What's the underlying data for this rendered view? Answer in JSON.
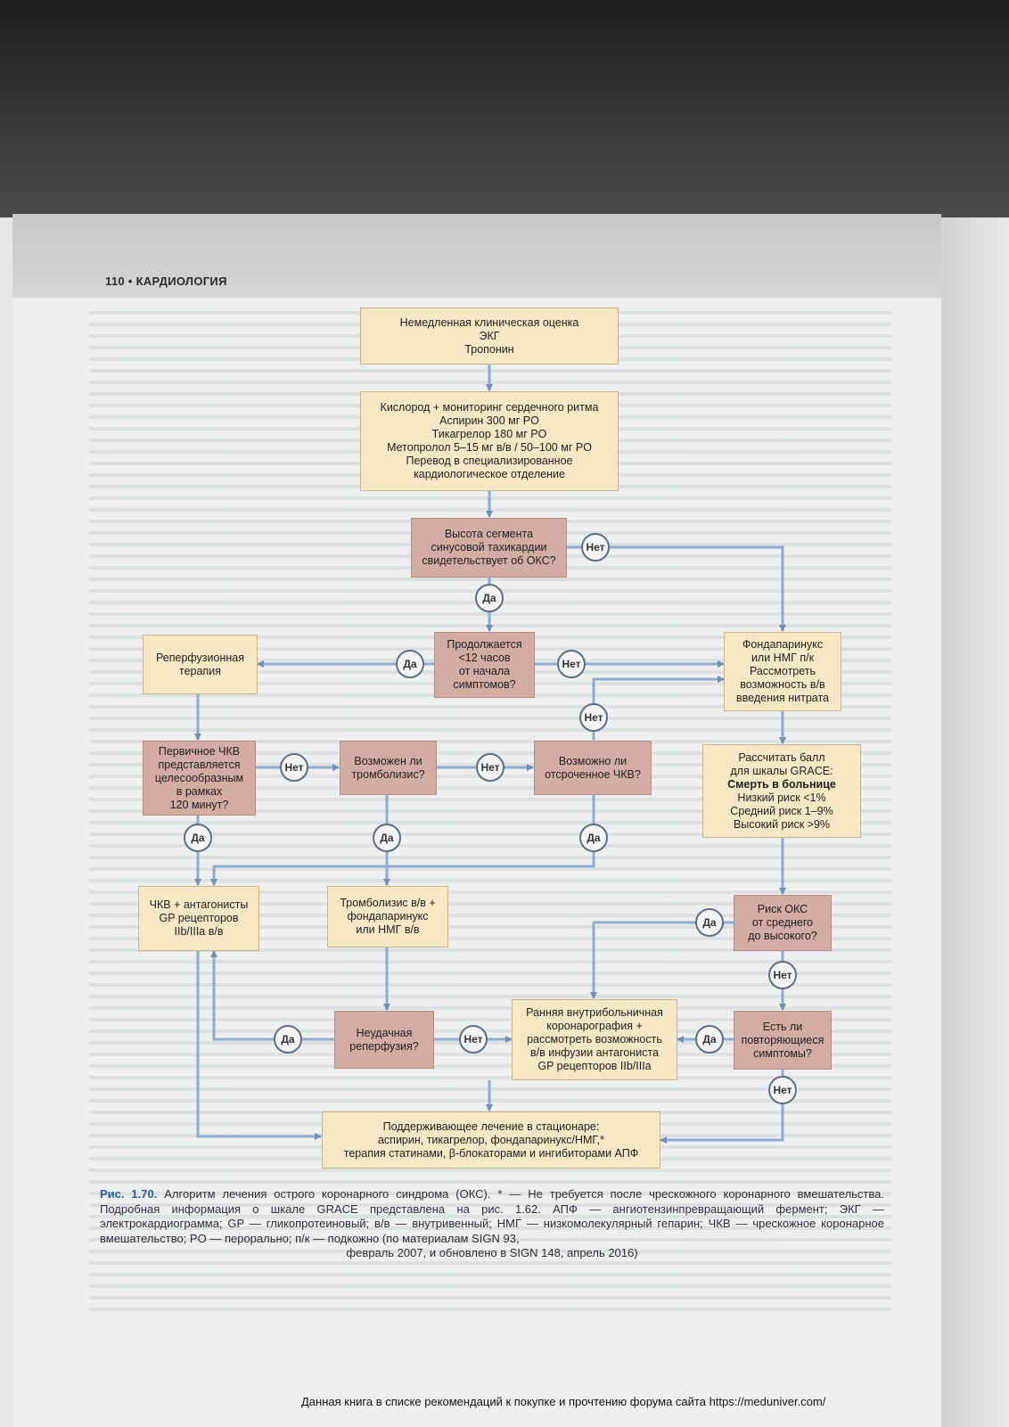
{
  "page": {
    "page_number": "110",
    "section": "КАРДИОЛОГИЯ"
  },
  "flowchart": {
    "nodes": {
      "immediate_assessment": "Немедленная клиническая оценка\nЭКГ\nТропонин",
      "initial_treatment": "Кислород + мониторинг сердечного ритма\nАспирин 300 мг PO\nТикагрелор 180 мг PO\nМетопролол 5–15 мг в/в / 50–100 мг PO\nПеревод в специализированное\nкардиологическое отделение",
      "st_elevation_question": "Высота сегмента\nсинусовой тахикардии\nсвидетельствует об ОКС?",
      "under_12h_question": "Продолжается\n<12 часов\nот начала\nсимптомов?",
      "reperfusion_therapy": "Реперфузионная\nтерапия",
      "fondaparinux_lmwh": "Фондапаринукс\nили НМГ п/к\nРассмотреть\nвозможность в/в\nвведения нитрата",
      "primary_pci_question": "Первичное ЧКВ\nпредставляется\nцелесообразным\nв рамках\n120 минут?",
      "thrombolysis_question": "Возможен ли\nтромболизис?",
      "delayed_pci_question": "Возможно ли\nотсроченное ЧКВ?",
      "grace_title": "Рассчитать балл\nдля шкалы GRACE:",
      "grace_bold": "Смерть в больнице",
      "grace_risks": "Низкий риск <1%\nСредний риск 1–9%\nВысокий риск >9%",
      "pci_gp_antagonists": "ЧКВ + антагонисты\nGP рецепторов\nIIb/IIIa в/в",
      "thrombolysis_iv": "Тромболизис в/в +\nфондапаринукс\nили НМГ в/в",
      "acs_risk_question": "Риск ОКС\nот среднего\nдо высокого?",
      "failed_reperfusion_question": "Неудачная\nреперфузия?",
      "early_angiography": "Ранняя внутрибольничная\nкоронарография +\nрассмотреть возможность\nв/в инфузии антагониста\nGP рецепторов IIb/IIIa",
      "recurrent_symptoms_question": "Есть ли\nповторяющиеся\nсимптомы?",
      "supportive_care": "Поддерживающее лечение в стационаре:\nаспирин, тикагрелор, фондапаринукс/НМГ,*\nтерапия статинами, β-блокаторами и ингибиторами АПФ"
    },
    "answers": {
      "yes": "Да",
      "no": "Нет"
    }
  },
  "caption": {
    "label": "Рис. 1.70.",
    "text": "Алгоритм лечения острого коронарного синдрома (ОКС). * — Не требуется после чрескожного коронарного вмешательства. Подробная информация о шкале GRACE представлена на рис. 1.62. АПФ — ангиотензинпревращающий фермент; ЭКГ — электрокардиограмма; GP — гликопротеиновый; в/в — внутривенный; НМГ — низкомолекулярный гепарин; ЧКВ — чрескожное коронарное вмешательство; PO — перорально; п/к — подкожно (по материалам SIGN 93,",
    "last_line": "февраль 2007, и обновлено в SIGN 148, апрель 2016)"
  },
  "footer": {
    "text": "Данная книга в списке рекомендаций к покупке и прочтению форума сайта https://meduniver.com/"
  },
  "colors": {
    "action_box": "#f6e8c4",
    "decision_box": "#d3aca4",
    "connector": "#6f8fb5",
    "caption_label": "#2a5aa0"
  }
}
